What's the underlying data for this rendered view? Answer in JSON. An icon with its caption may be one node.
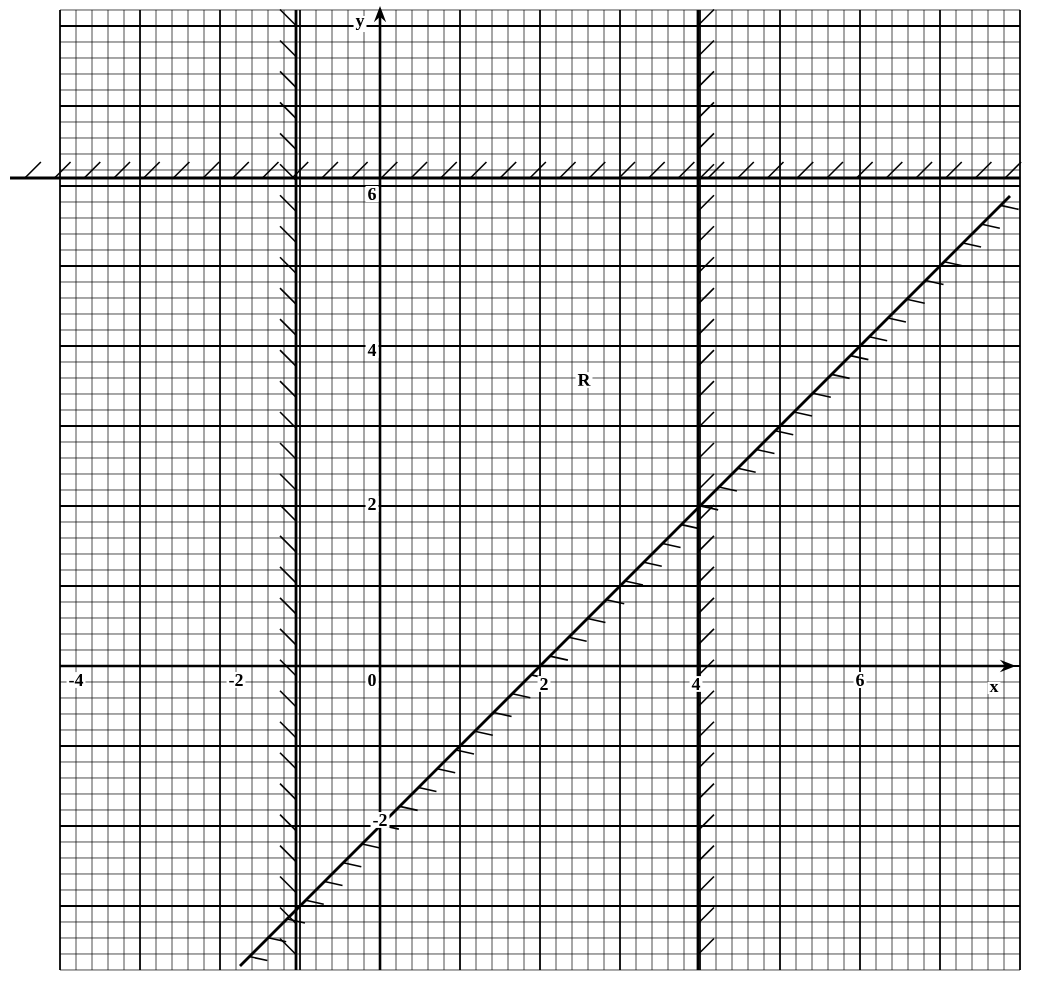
{
  "diagram": {
    "labels": [
      "-4",
      "-2",
      "0",
      "2",
      "4",
      "6",
      "x",
      "y",
      "6",
      "4",
      "2",
      "-2",
      "R"
    ]
  }
}
